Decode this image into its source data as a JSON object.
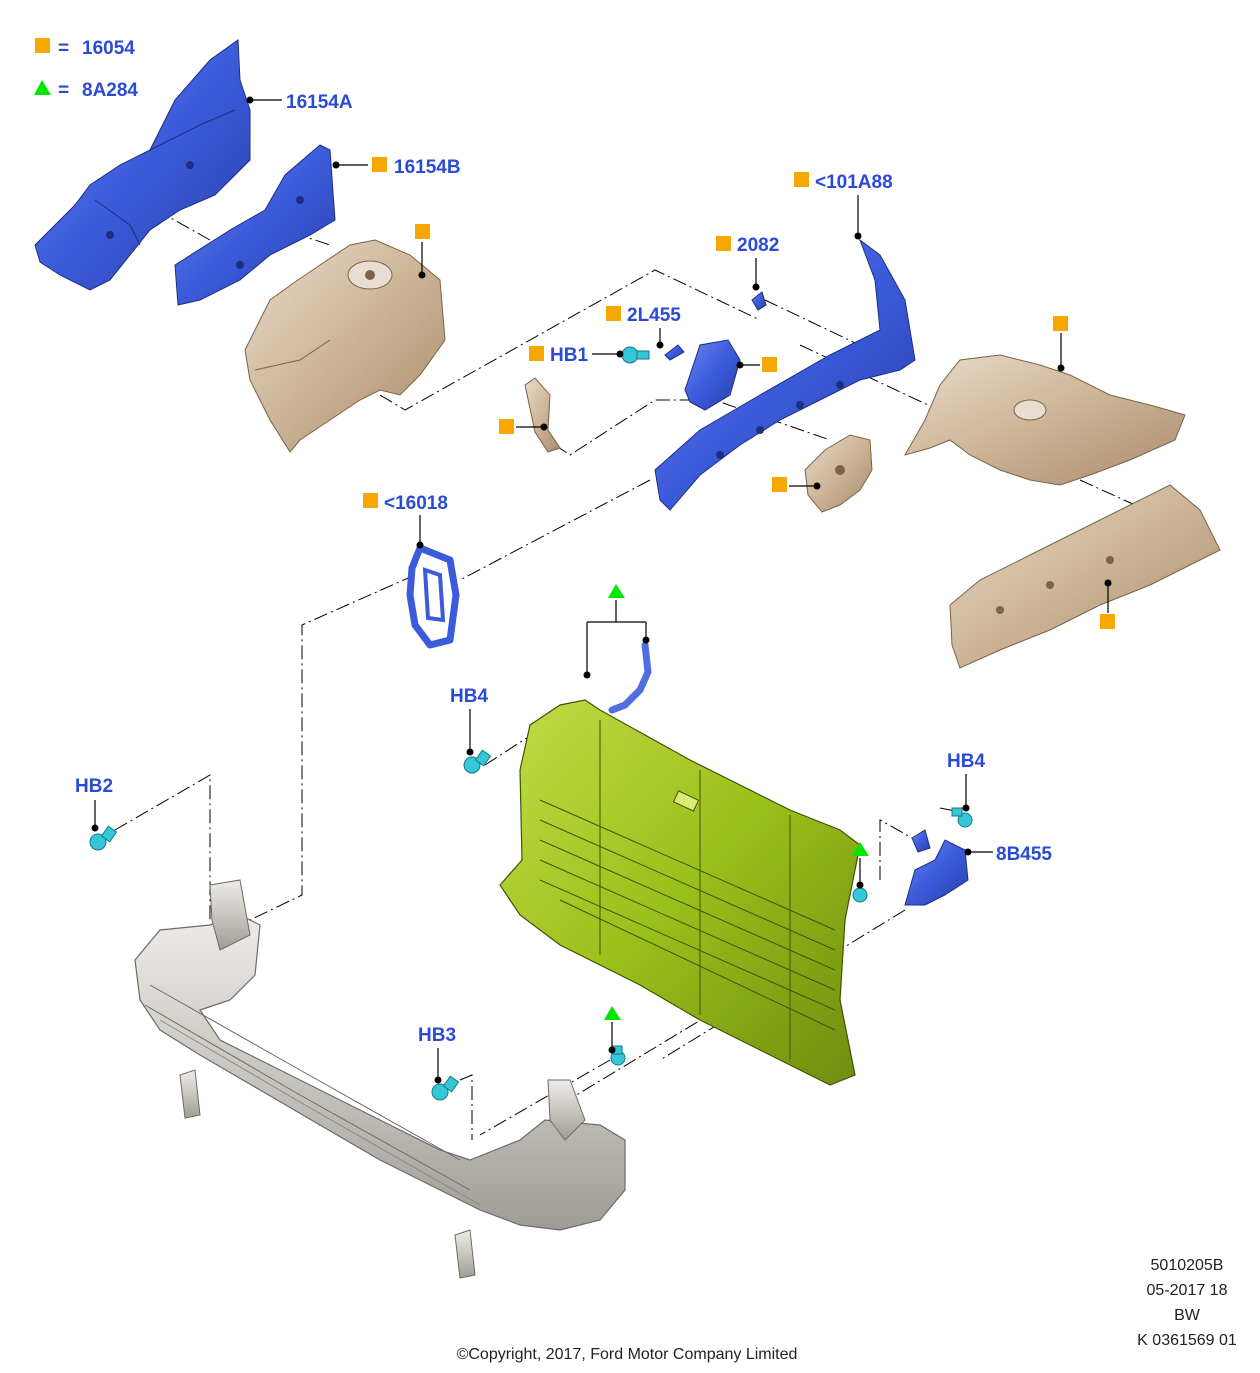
{
  "colors": {
    "label_blue": "#2a4bd7",
    "square_orange": "#f7a800",
    "triangle_green": "#00e600",
    "part_blue": "#3b5bdb",
    "part_beige": "#cdb496",
    "part_green": "#9bbf1a",
    "part_silver": "#c9c6c1",
    "fastener_cyan": "#35c6d8"
  },
  "legend": [
    {
      "symbol": "square",
      "equals": "=",
      "code": "16054"
    },
    {
      "symbol": "triangle",
      "equals": "=",
      "code": "8A284"
    }
  ],
  "callouts": {
    "p16154A": "16154A",
    "p16154B": "16154B",
    "p101A88": "<101A88",
    "p2082": "2082",
    "p2L455": "2L455",
    "pHB1": "HB1",
    "p16018": "<16018",
    "pHB4a": "HB4",
    "pHB4b": "HB4",
    "pHB2": "HB2",
    "p8B455": "8B455",
    "pHB3": "HB3"
  },
  "icons": {
    "square": "orange-square-icon",
    "triangle": "green-triangle-icon",
    "bolt": "bolt-icon"
  },
  "footer": {
    "ref_line1": "5010205B",
    "ref_line2": "05-2017 18",
    "ref_line3": "BW",
    "ref_line4": "K 0361569 01",
    "copyright": "©Copyright, 2017, Ford Motor Company Limited"
  }
}
